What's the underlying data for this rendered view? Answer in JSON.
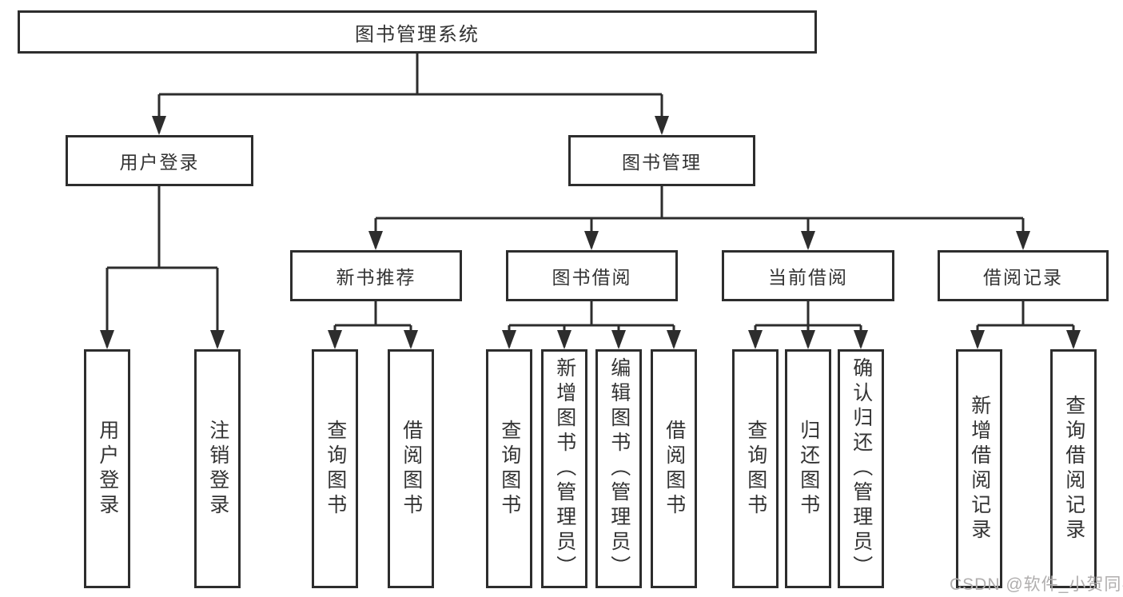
{
  "tree": {
    "root": {
      "label": "图书管理系统"
    },
    "branches": [
      {
        "label": "用户登录",
        "children": [
          {
            "label": "用户登录"
          },
          {
            "label": "注销登录"
          }
        ]
      },
      {
        "label": "图书管理",
        "children": [
          {
            "label": "新书推荐",
            "children": [
              {
                "label": "查询图书"
              },
              {
                "label": "借阅图书"
              }
            ]
          },
          {
            "label": "图书借阅",
            "children": [
              {
                "label": "查询图书"
              },
              {
                "label": "新增图书（管理员）"
              },
              {
                "label": "编辑图书（管理员）"
              },
              {
                "label": "借阅图书"
              }
            ]
          },
          {
            "label": "当前借阅",
            "children": [
              {
                "label": "查询图书"
              },
              {
                "label": "归还图书"
              },
              {
                "label": "确认归还（管理员）"
              }
            ]
          },
          {
            "label": "借阅记录",
            "children": [
              {
                "label": "新增借阅记录"
              },
              {
                "label": "查询借阅记录"
              }
            ]
          }
        ]
      }
    ]
  },
  "watermark": {
    "text": "CSDN @软件_小贺同学"
  },
  "colors": {
    "line": "#2d2d2d",
    "text": "#333333",
    "background": "#ffffff",
    "watermark": "#b0aeae"
  }
}
